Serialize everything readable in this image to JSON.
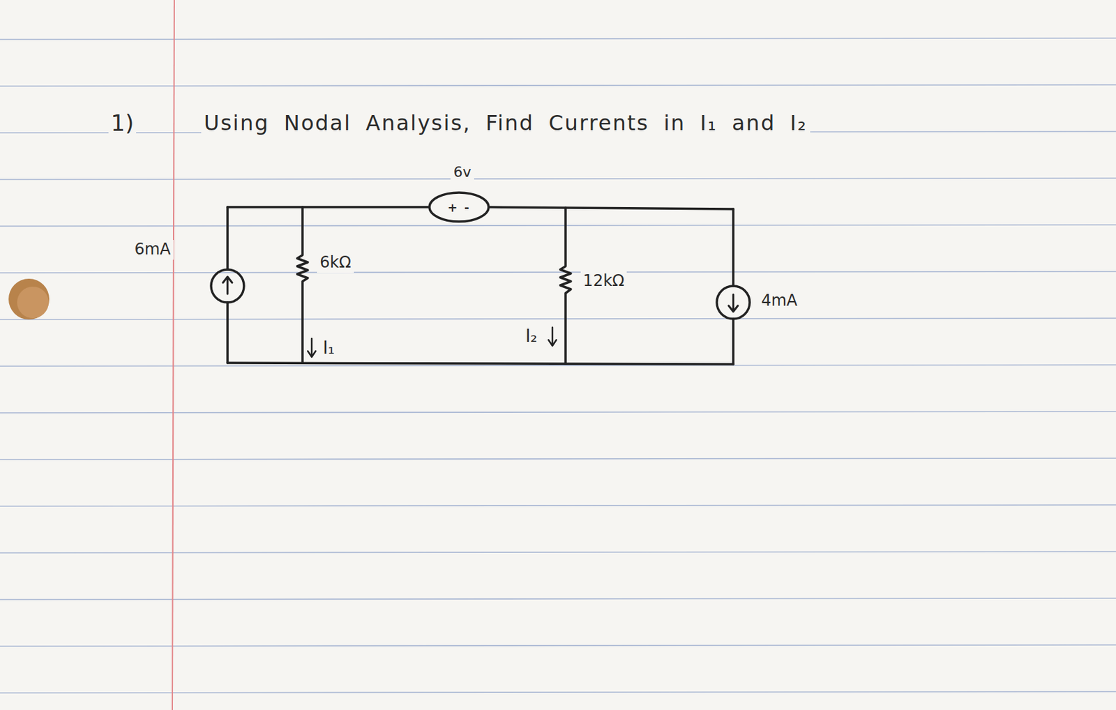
{
  "diagram": {
    "title": "Using Nodal Analysis, Find Currents in I₁ and I₂",
    "nodes": [
      {
        "text": [
          "+ -"
        ]
      }
    ],
    "labels": [
      "1)",
      "6v",
      "6mA",
      "6kΩ",
      "12kΩ",
      "4mA",
      "I₁",
      "I₂"
    ]
  }
}
